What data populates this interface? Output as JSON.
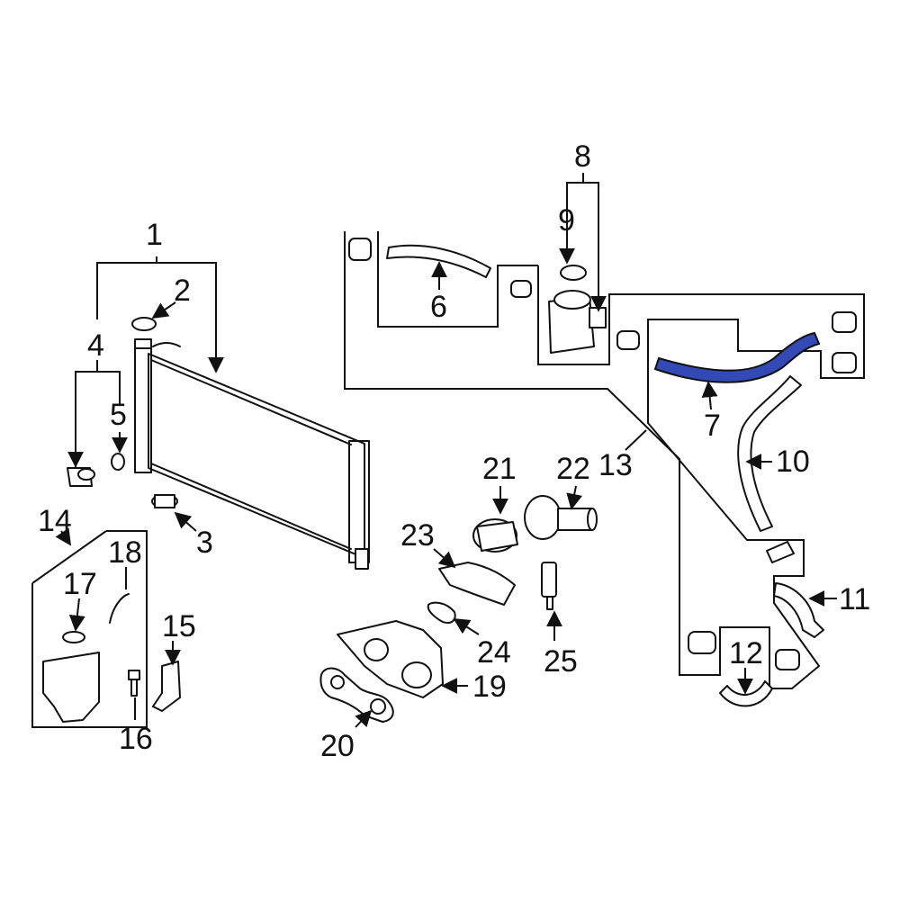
{
  "callouts": {
    "c1": "1",
    "c2": "2",
    "c3": "3",
    "c4": "4",
    "c5": "5",
    "c6": "6",
    "c7": "7",
    "c8": "8",
    "c9": "9",
    "c10": "10",
    "c11": "11",
    "c12": "12",
    "c13": "13",
    "c14": "14",
    "c15": "15",
    "c16": "16",
    "c17": "17",
    "c18": "18",
    "c19": "19",
    "c20": "20",
    "c21": "21",
    "c22": "22",
    "c23": "23",
    "c24": "24",
    "c25": "25"
  },
  "colors": {
    "highlight": "#3349b5",
    "ink": "#111111"
  }
}
